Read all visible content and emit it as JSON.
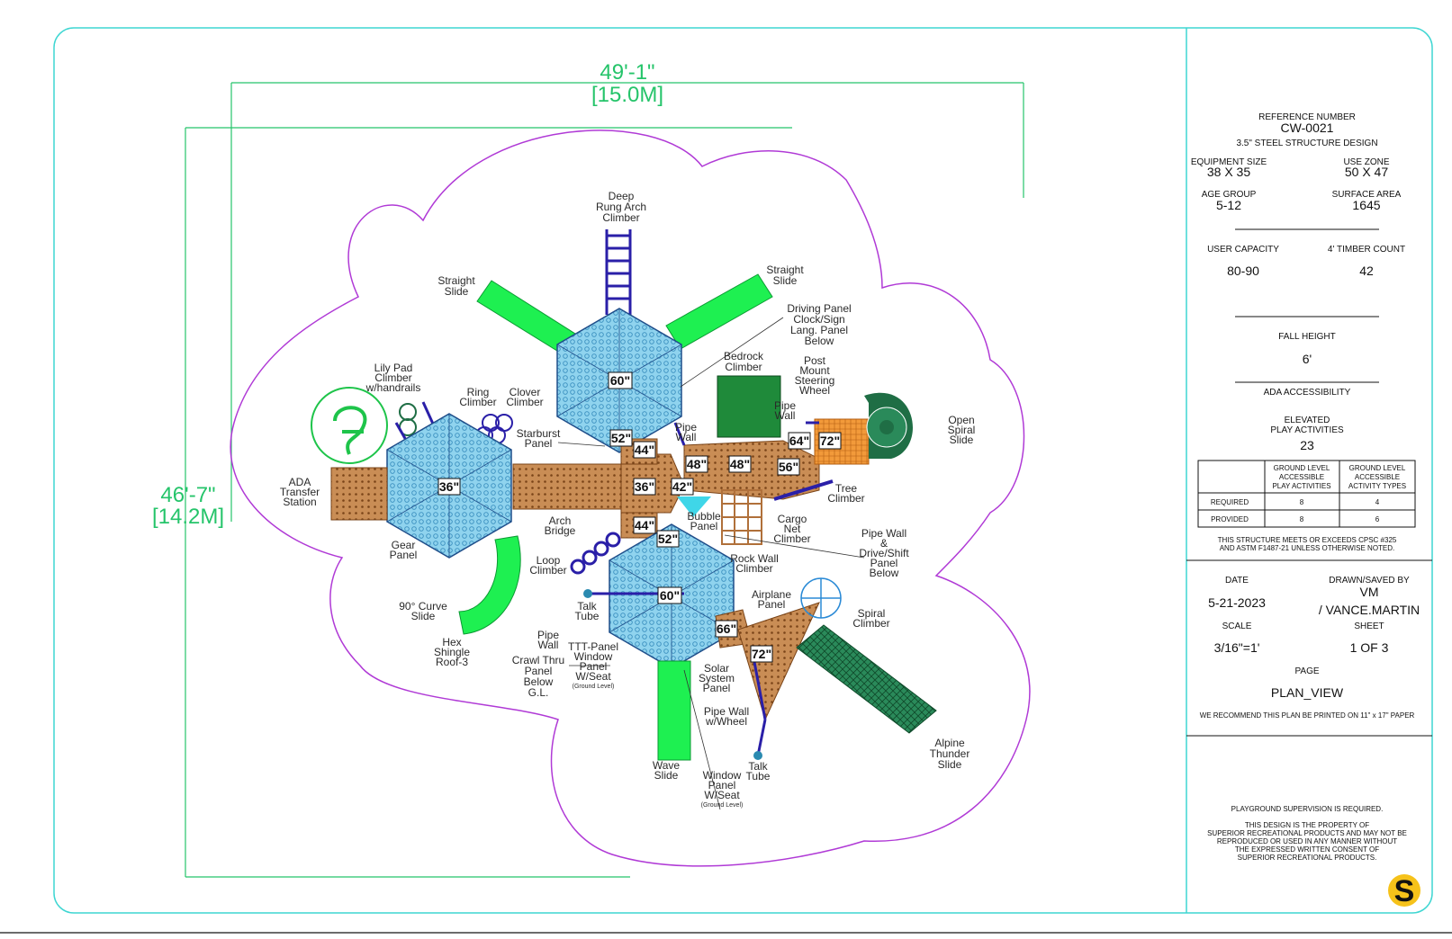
{
  "dimensions": {
    "width_ft": "49'-1\"",
    "width_m": "[15.0M]",
    "height_ft": "46'-7\"",
    "height_m": "[14.2M]"
  },
  "title_block": {
    "reference_label": "REFERENCE NUMBER",
    "reference_value": "CW-0021",
    "design_type": "3.5\" STEEL STRUCTURE DESIGN",
    "equipment_size_label": "EQUIPMENT SIZE",
    "equipment_size_value": "38 X 35",
    "use_zone_label": "USE ZONE",
    "use_zone_value": "50 X 47",
    "age_group_label": "AGE GROUP",
    "age_group_value": "5-12",
    "surface_area_label": "SURFACE AREA",
    "surface_area_value": "1645",
    "user_capacity_label": "USER CAPACITY",
    "user_capacity_value": "80-90",
    "timber_label": "4' TIMBER COUNT",
    "timber_value": "42",
    "fall_height_label": "FALL HEIGHT",
    "fall_height_value": "6'",
    "ada_label": "ADA ACCESSIBILITY",
    "elevated_label_1": "ELEVATED",
    "elevated_label_2": "PLAY ACTIVITIES",
    "elevated_value": "23",
    "table": {
      "col1": [
        "GROUND LEVEL",
        "ACCESSIBLE",
        "PLAY ACTIVITIES"
      ],
      "col2": [
        "GROUND LEVEL",
        "ACCESSIBLE",
        "ACTIVITY TYPES"
      ],
      "rows": [
        {
          "label": "REQUIRED",
          "a": "8",
          "b": "4"
        },
        {
          "label": "PROVIDED",
          "a": "8",
          "b": "6"
        }
      ]
    },
    "compliance_1": "THIS STRUCTURE MEETS OR EXCEEDS CPSC #325",
    "compliance_2": "AND ASTM F1487-21 UNLESS OTHERWISE NOTED.",
    "date_label": "DATE",
    "date_value": "5-21-2023",
    "drawn_label": "DRAWN/SAVED BY",
    "drawn_value_1": "VM",
    "drawn_value_2": "/ VANCE.MARTIN",
    "scale_label": "SCALE",
    "scale_value": "3/16\"=1'",
    "sheet_label": "SHEET",
    "sheet_value": "1 OF 3",
    "page_label": "PAGE",
    "page_value": "PLAN_VIEW",
    "print_note": "WE RECOMMEND THIS PLAN BE PRINTED ON 11\" x 17\" PAPER",
    "supervision": "PLAYGROUND SUPERVISION IS REQUIRED.",
    "property_lines": [
      "THIS DESIGN IS THE PROPERTY OF",
      "SUPERIOR RECREATIONAL PRODUCTS AND MAY NOT BE",
      "REPRODUCED OR USED IN ANY MANNER WITHOUT",
      "THE EXPRESSED WRITTEN CONSENT OF",
      "SUPERIOR RECREATIONAL PRODUCTS."
    ],
    "logo_letter": "S"
  },
  "deck_heights": {
    "top_hex": "60\"",
    "d52a": "52\"",
    "d44a": "44\"",
    "d36c": "36\"",
    "d42": "42\"",
    "d48a": "48\"",
    "d48b": "48\"",
    "d64": "64\"",
    "d56": "56\"",
    "d72a": "72\"",
    "d36w": "36\"",
    "d44b": "44\"",
    "d52b": "52\"",
    "bottom_hex": "60\"",
    "d66": "66\"",
    "d72b": "72\""
  },
  "labels": {
    "deep_rung": [
      "Deep",
      "Rung Arch",
      "Climber"
    ],
    "straight_slide_left": [
      "Straight",
      "Slide"
    ],
    "straight_slide_right": [
      "Straight",
      "Slide"
    ],
    "driving_panel": [
      "Driving Panel",
      "Clock/Sign",
      "Lang. Panel",
      "Below"
    ],
    "bedrock": [
      "Bedrock",
      "Climber"
    ],
    "post_mount": [
      "Post",
      "Mount",
      "Steering",
      "Wheel"
    ],
    "lily_pad": [
      "Lily Pad",
      "Climber",
      "w/handrails"
    ],
    "ring_climber": [
      "Ring",
      "Climber"
    ],
    "clover_climber": [
      "Clover",
      "Climber"
    ],
    "pipe_wall_top": [
      "Pipe",
      "Wall"
    ],
    "pipe_wall_right": [
      "Pipe",
      "Wall"
    ],
    "open_spiral": [
      "Open",
      "Spiral",
      "Slide"
    ],
    "starburst": [
      "Starburst",
      "Panel"
    ],
    "ada_transfer": [
      "ADA",
      "Transfer",
      "Station"
    ],
    "tree_climber": [
      "Tree",
      "Climber"
    ],
    "arch_bridge": [
      "Arch",
      "Bridge"
    ],
    "bubble_panel": [
      "Bubble",
      "Panel"
    ],
    "cargo_net": [
      "Cargo",
      "Net",
      "Climber"
    ],
    "gear_panel": [
      "Gear",
      "Panel"
    ],
    "pipe_wall_drive": [
      "Pipe Wall",
      "&",
      "Drive/Shift",
      "Panel",
      "Below"
    ],
    "rock_wall": [
      "Rock Wall",
      "Climber"
    ],
    "loop_climber": [
      "Loop",
      "Climber"
    ],
    "curve_slide": [
      "90° Curve",
      "Slide"
    ],
    "talk_tube_left": [
      "Talk",
      "Tube"
    ],
    "airplane_panel": [
      "Airplane",
      "Panel"
    ],
    "spiral_climber": [
      "Spiral",
      "Climber"
    ],
    "hex_roof": [
      "Hex",
      "Shingle",
      "Roof-3"
    ],
    "pipe_wall_left": [
      "Pipe",
      "Wall"
    ],
    "ttt_panel": [
      "TTT-Panel",
      "Window",
      "Panel",
      "W/Seat",
      "(Ground Level)"
    ],
    "crawl_thru": [
      "Crawl Thru",
      "Panel",
      "Below",
      "G.L."
    ],
    "solar_system": [
      "Solar",
      "System",
      "Panel"
    ],
    "pipe_wall_wheel": [
      "Pipe Wall",
      "w/Wheel"
    ],
    "wave_slide": [
      "Wave",
      "Slide"
    ],
    "window_panel_bottom": [
      "Window",
      "Panel",
      "W/Seat",
      "(Ground Level)"
    ],
    "talk_tube_bottom": [
      "Talk",
      "Tube"
    ],
    "alpine_slide": [
      "Alpine",
      "Thunder",
      "Slide"
    ]
  },
  "colors": {
    "border": "#3fd6d2",
    "zone": "#b03ad6",
    "dimension": "#25c46a",
    "slide": "#1ef051",
    "deck": "#58b6dc",
    "bridge": "#b0703a",
    "frame": "#2a1fa8",
    "dark_green": "#1f6e45"
  }
}
